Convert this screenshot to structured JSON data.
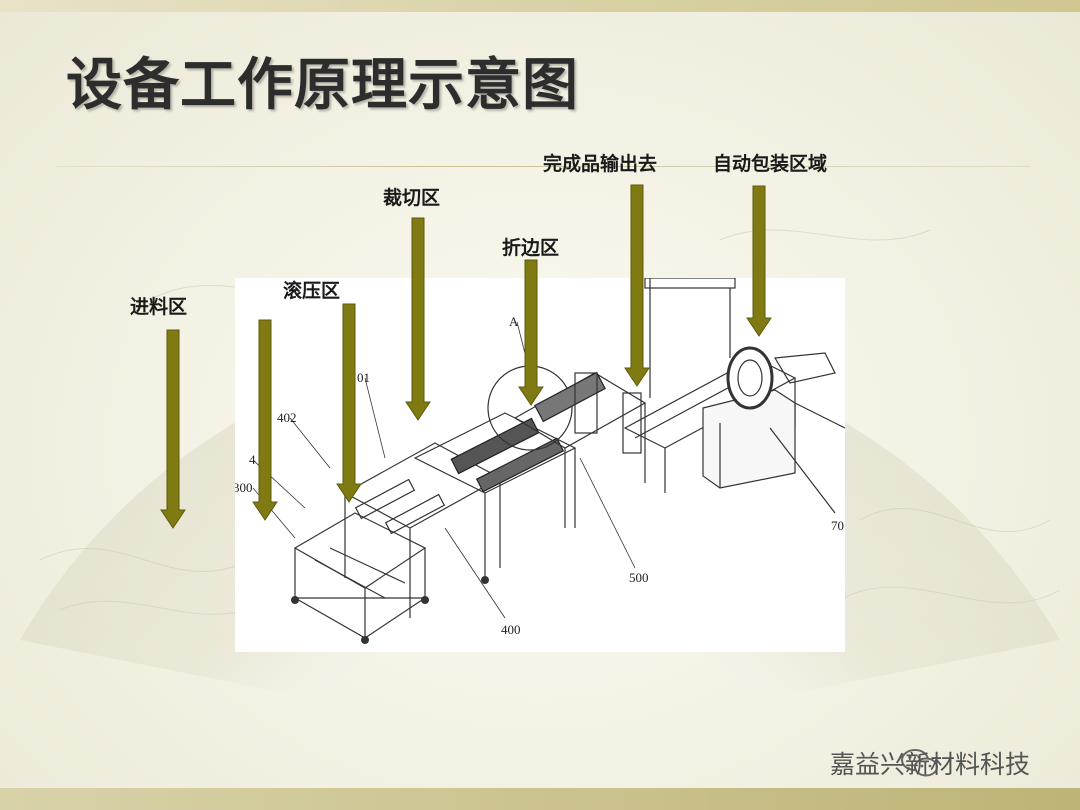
{
  "title": "设备工作原理示意图",
  "labels": {
    "feed": "进料区",
    "rolling": "滚压区",
    "cutting": "裁切区",
    "folding": "折边区",
    "output": "完成品输出去",
    "packing": "自动包装区域"
  },
  "callouts": {
    "c402": "402",
    "c4": "4",
    "c300": "300",
    "c401": "01",
    "c400": "400",
    "c500": "500",
    "cA": "A",
    "c700": "70"
  },
  "watermark": "嘉益兴新材料科技",
  "colors": {
    "arrow": "#807a12",
    "arrow_edge": "#5e5a0a",
    "title": "#2d2d2d"
  },
  "icons": [
    "wechat-icon"
  ]
}
